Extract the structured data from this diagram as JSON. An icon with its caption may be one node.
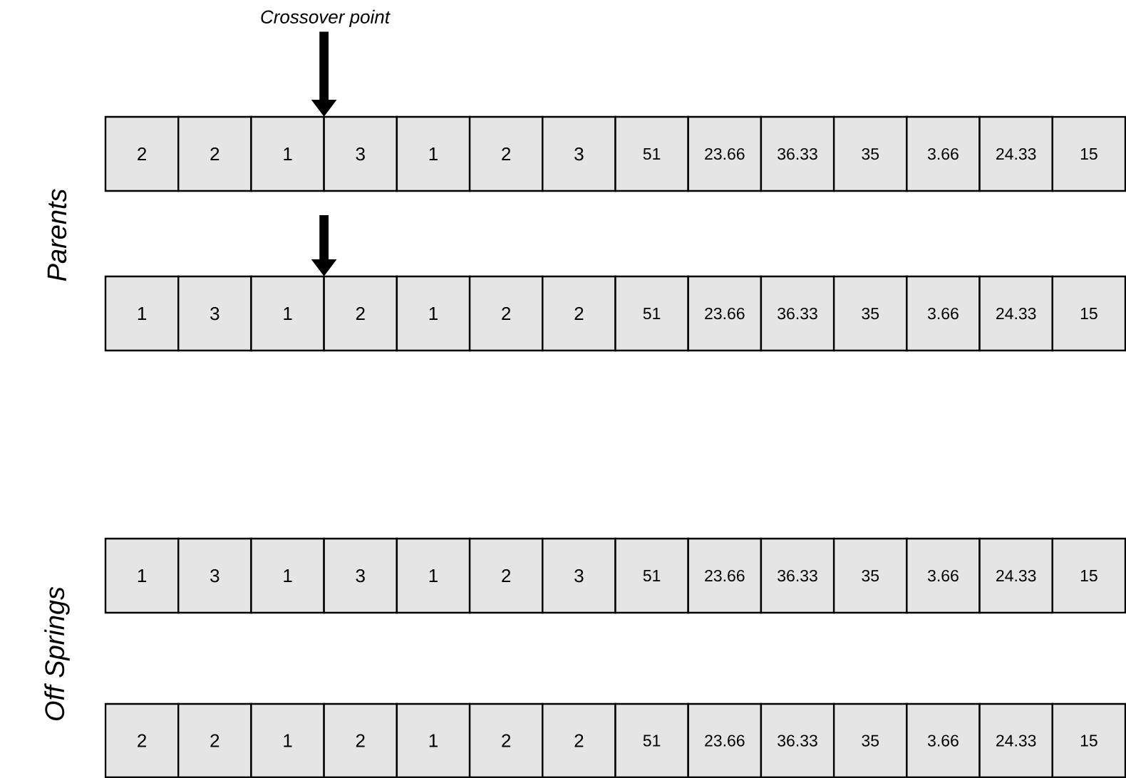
{
  "diagram": {
    "nodes": [
      {
        "text": [
          "Crossover point"
        ]
      },
      {
        "text": [
          "2"
        ]
      },
      {
        "text": [
          "2"
        ]
      },
      {
        "text": [
          "1"
        ]
      },
      {
        "text": [
          "3"
        ]
      },
      {
        "text": [
          "1"
        ]
      },
      {
        "text": [
          "2"
        ]
      },
      {
        "text": [
          "3"
        ]
      },
      {
        "text": [
          "51"
        ]
      },
      {
        "text": [
          "23.66"
        ]
      },
      {
        "text": [
          "36.33"
        ]
      },
      {
        "text": [
          "35"
        ]
      },
      {
        "text": [
          "3.66"
        ]
      },
      {
        "text": [
          "24.33"
        ]
      },
      {
        "text": [
          "15"
        ]
      },
      {
        "text": [
          "1"
        ]
      },
      {
        "text": [
          "3"
        ]
      },
      {
        "text": [
          "1"
        ]
      },
      {
        "text": [
          "2"
        ]
      },
      {
        "text": [
          "1"
        ]
      },
      {
        "text": [
          "2"
        ]
      },
      {
        "text": [
          "2"
        ]
      },
      {
        "text": [
          "51"
        ]
      },
      {
        "text": [
          "23.66"
        ]
      },
      {
        "text": [
          "36.33"
        ]
      },
      {
        "text": [
          "35"
        ]
      },
      {
        "text": [
          "3.66"
        ]
      },
      {
        "text": [
          "24.33"
        ]
      },
      {
        "text": [
          "15"
        ]
      },
      {
        "text": [
          "1"
        ]
      },
      {
        "text": [
          "3"
        ]
      },
      {
        "text": [
          "1"
        ]
      },
      {
        "text": [
          "3"
        ]
      },
      {
        "text": [
          "1"
        ]
      },
      {
        "text": [
          "2"
        ]
      },
      {
        "text": [
          "3"
        ]
      },
      {
        "text": [
          "51"
        ]
      },
      {
        "text": [
          "23.66"
        ]
      },
      {
        "text": [
          "36.33"
        ]
      },
      {
        "text": [
          "35"
        ]
      },
      {
        "text": [
          "3.66"
        ]
      },
      {
        "text": [
          "24.33"
        ]
      },
      {
        "text": [
          "15"
        ]
      },
      {
        "text": [
          "2"
        ]
      },
      {
        "text": [
          "2"
        ]
      },
      {
        "text": [
          "1"
        ]
      },
      {
        "text": [
          "2"
        ]
      },
      {
        "text": [
          "1"
        ]
      },
      {
        "text": [
          "2"
        ]
      },
      {
        "text": [
          "2"
        ]
      },
      {
        "text": [
          "51"
        ]
      },
      {
        "text": [
          "23.66"
        ]
      },
      {
        "text": [
          "36.33"
        ]
      },
      {
        "text": [
          "35"
        ]
      },
      {
        "text": [
          "3.66"
        ]
      },
      {
        "text": [
          "24.33"
        ]
      },
      {
        "text": [
          "15"
        ]
      }
    ],
    "edges": [
      {
        "from": 0,
        "to": 4,
        "arrow": "to"
      },
      {
        "from": null,
        "to": 18,
        "arrow": "to"
      }
    ],
    "labels": [
      "Parents",
      "Off Springs"
    ]
  }
}
